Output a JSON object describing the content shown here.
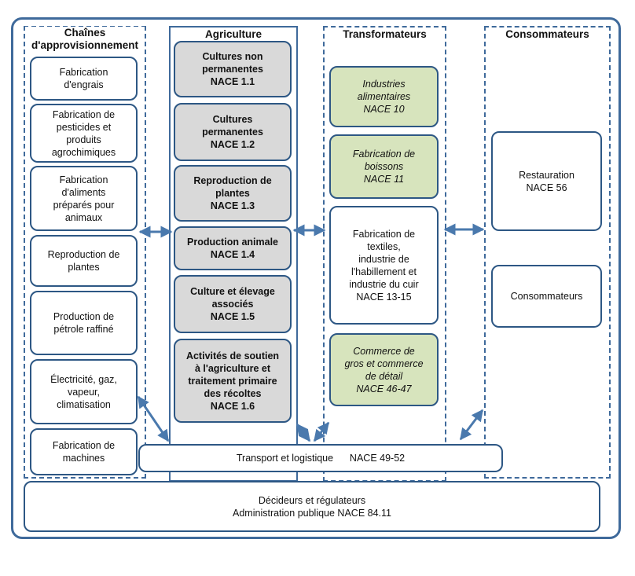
{
  "columns": {
    "supply": "Chaînes\nd'approvisionnement",
    "agriculture": "Agriculture",
    "processors": "Transformateurs",
    "consumers": "Consommateurs"
  },
  "supply_items": [
    "Fabrication\nd'engrais",
    "Fabrication de\npesticides et\nproduits\nagrochimiques",
    "Fabrication\nd'aliments\npréparés pour\nanimaux",
    "Reproduction de\nplantes",
    "Production de\npétrole raffiné",
    "Électricité, gaz,\nvapeur,\nclimatisation",
    "Fabrication de\nmachines"
  ],
  "agri_items": [
    "Cultures non\npermanentes\nNACE 1.1",
    "Cultures\npermanentes\nNACE 1.2",
    "Reproduction de\nplantes\nNACE 1.3",
    "Production animale\nNACE 1.4",
    "Culture et élevage\nassociés\nNACE 1.5",
    "Activités de soutien\nà l'agriculture et\ntraitement primaire\ndes récoltes\nNACE 1.6"
  ],
  "proc_items": [
    "Industries\nalimentaires\nNACE 10",
    "Fabrication de\nboissons\nNACE 11",
    "Fabrication de\ntextiles,\nindustrie de\nl'habillement et\nindustrie du cuir\nNACE 13-15",
    "Commerce de\ngros et commerce\nde détail\nNACE 46-47"
  ],
  "cons_items": [
    "Restauration\nNACE 56",
    "Consommateurs"
  ],
  "transport": "Transport et logistique      NACE 49-52",
  "regulators": "Décideurs et régulateurs\nAdministration publique     NACE 84.11",
  "colors": {
    "frame": "#3f6a9b",
    "box_border": "#2d5784",
    "agri_fill": "#d9d9d9",
    "proc_fill": "#d7e4bd"
  }
}
